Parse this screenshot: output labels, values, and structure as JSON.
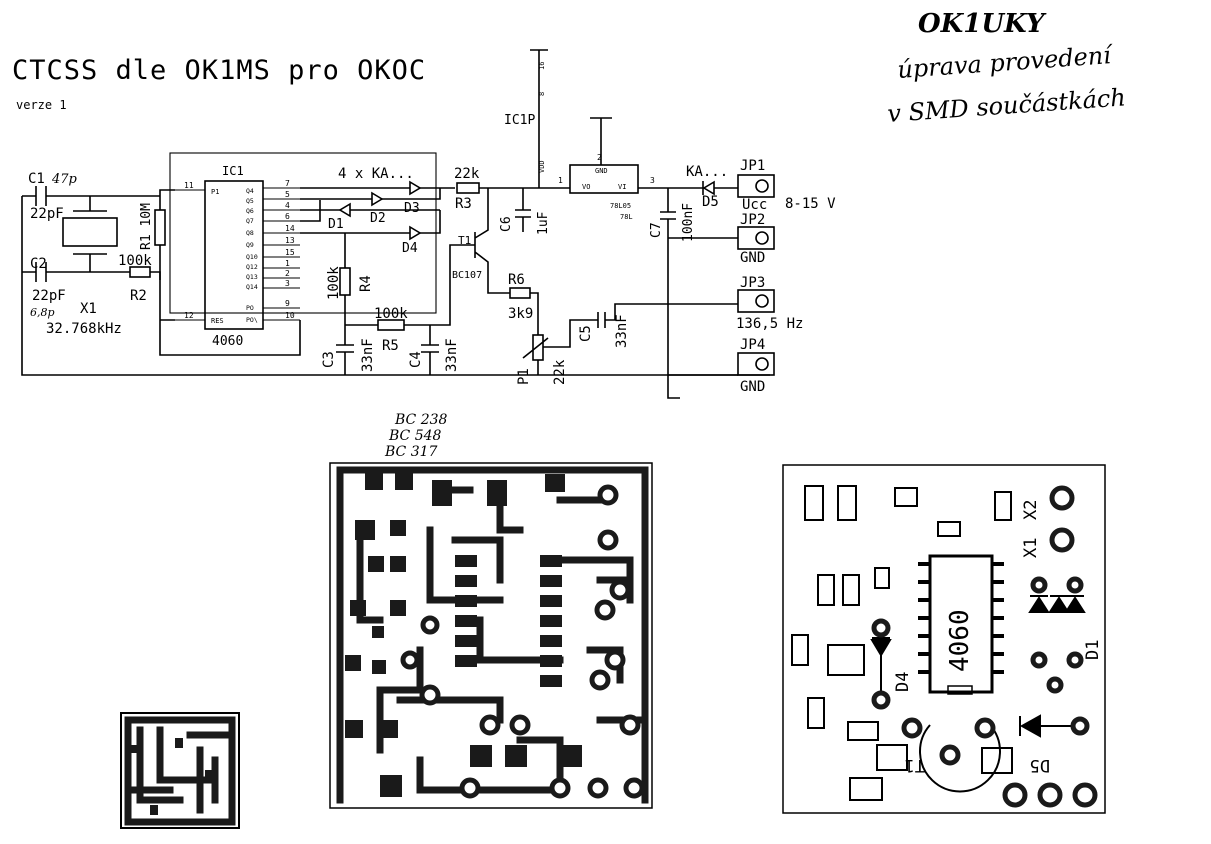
{
  "title": "CTCSS dle OK1MS pro OKOC",
  "version": "verze 1",
  "author_note": {
    "callsign": "OK1UKY",
    "line1": "úprava provedení",
    "line2": "v SMD součástkách"
  },
  "ic1": {
    "ref": "IC1",
    "part": "4060",
    "pins_left": [
      "P1",
      "RES"
    ],
    "pins_right": [
      "Q4",
      "Q5",
      "Q6",
      "Q7",
      "Q8",
      "Q9",
      "Q10",
      "Q12",
      "Q13",
      "Q14",
      "PO",
      "PO\\"
    ],
    "pin_numbers": [
      "11",
      "12",
      "7",
      "5",
      "4",
      "6",
      "14",
      "13",
      "15",
      "1",
      "2",
      "3",
      "9",
      "10"
    ]
  },
  "ic1p": {
    "ref": "IC1P",
    "pin": "VDD",
    "pin_top": "16",
    "pin_bottom": "8"
  },
  "regulator": {
    "ref": "78L05",
    "part": "78L",
    "pins": [
      "VO",
      "VI",
      "GND"
    ],
    "pin_in": "3",
    "pin_out": "1",
    "pin_gnd": "2"
  },
  "components": {
    "c1": "C1",
    "c1_val": "22pF",
    "c1_hand": "47p",
    "c2": "C2",
    "c2_val": "22pF",
    "c2_hand": "6,8p",
    "r1": "R1 10M",
    "r2": "R2",
    "r2_val": "100k",
    "x1": "X1",
    "x1_val": "32.768kHz",
    "d_group": "4 x KA...",
    "d1": "D1",
    "d2": "D2",
    "d3": "D3",
    "d4": "D4",
    "r3": "R3",
    "r3_val": "22k",
    "r4": "R4",
    "r4_val": "100k",
    "r5": "R5",
    "r5_val": "100k",
    "c3": "C3",
    "c3_val": "33nF",
    "c4": "C4",
    "c4_val": "33nF",
    "t1": "T1",
    "t1_val": "BC107",
    "r6": "R6",
    "r6_val": "3k9",
    "p1": "P1",
    "p1_val": "22k",
    "c5": "C5",
    "c5_val": "33nF",
    "c6": "C6",
    "c6_val": "1uF",
    "c7": "C7",
    "c7_val": "100nF",
    "d5": "D5",
    "d5_val": "KA..."
  },
  "connectors": {
    "jp1": "JP1",
    "jp1_label": "Ucc",
    "jp1_note": "8-15 V",
    "jp2": "JP2",
    "jp2_label": "GND",
    "jp3": "JP3",
    "jp3_label": "136,5 Hz",
    "jp4": "JP4",
    "jp4_label": "GND"
  },
  "pcb_note": [
    "BC 238",
    "BC 548",
    "BC 317"
  ],
  "assembly_labels": {
    "chip": "4060",
    "x1": "X1",
    "x2": "X2",
    "d1": "D1",
    "d4": "D4",
    "d5": "D5",
    "t1": "T1"
  }
}
